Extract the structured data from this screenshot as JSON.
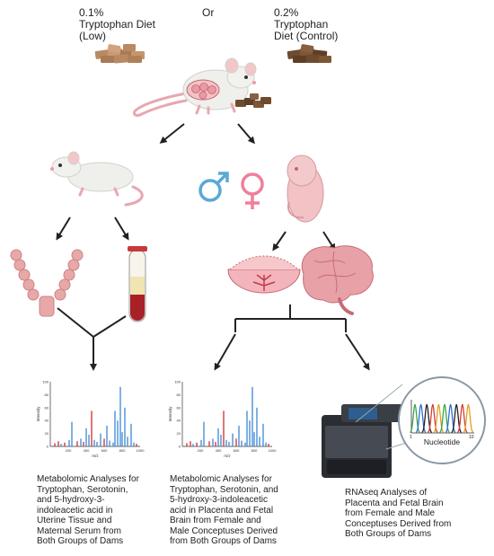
{
  "diets": {
    "low_line1": "0.1%",
    "low_line2": "Tryptophan Diet",
    "low_line3": "(Low)",
    "or": "Or",
    "control_line1": "0.2%",
    "control_line2": "Tryptophan",
    "control_line3": "Diet (Control)"
  },
  "spectrum": {
    "y_axis_label": "Intensity",
    "x_axis_label": "m/z",
    "y_ticks": [
      "100",
      "80",
      "60",
      "40",
      "20",
      "0"
    ],
    "x_ticks": [
      "200",
      "400",
      "600",
      "800",
      "1000"
    ]
  },
  "sequencer": {
    "trace_label": "Nucleotide",
    "tick_start": "1",
    "tick_end": "10"
  },
  "captions": {
    "left": [
      "Metabolomic Analyses for",
      "Tryptophan, Serotonin,",
      "and 5-hydroxy-3-",
      "indoleacetic acid in",
      "Uterine Tissue and",
      "Maternal Serum from",
      "Both Groups of Dams"
    ],
    "middle": [
      "Metabolomic Analyses for",
      "Tryptophan, Serotonin, and",
      "5-hydroxy-3-indoleacetic",
      "acid in Placenta and Fetal",
      "Brain from Female and",
      "Male Conceptuses Derived",
      "from Both Groups of Dams"
    ],
    "right": [
      "RNAseq Analyses of",
      "Placenta and Fetal Brain",
      "from Female and Male",
      "Conceptuses Derived from",
      "Both Groups of Dams"
    ]
  },
  "colors": {
    "male_symbol": "#5ba8d6",
    "female_symbol": "#ef7f9b",
    "spectrum_blue": "#4a90d9",
    "spectrum_red": "#d43b3b",
    "low_diet_pellets": "#b98a62",
    "control_diet_pellets": "#6e4a2e"
  }
}
